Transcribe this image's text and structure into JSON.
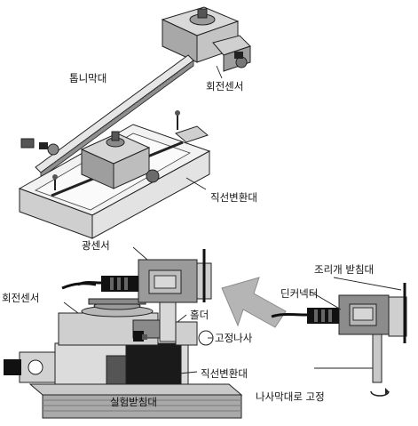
{
  "labels": {
    "toothed_bar": "톱니막대",
    "rotary_sensor_top": "회전센서",
    "linear_converter_top": "직선변환대",
    "light_sensor": "광센서",
    "jaw_support": "조리개 받침대",
    "rotary_sensor_bottom": "회전센서",
    "din_connector": "딘커넥터",
    "holder": "홀더",
    "fixing_screw": "고정나사",
    "linear_converter_bottom": "직선변환대",
    "experiment_stand": "실험받침대",
    "fix_with_screw_bar": "나사막대로 고정"
  },
  "colors": {
    "outline": "#222222",
    "light_gray": "#d9d9d9",
    "mid_gray": "#a8a8a8",
    "dark_gray": "#4a4a4a",
    "arrow_gray": "#b5b5b5",
    "sensor_body": "#8c8c8c",
    "black": "#111111"
  }
}
